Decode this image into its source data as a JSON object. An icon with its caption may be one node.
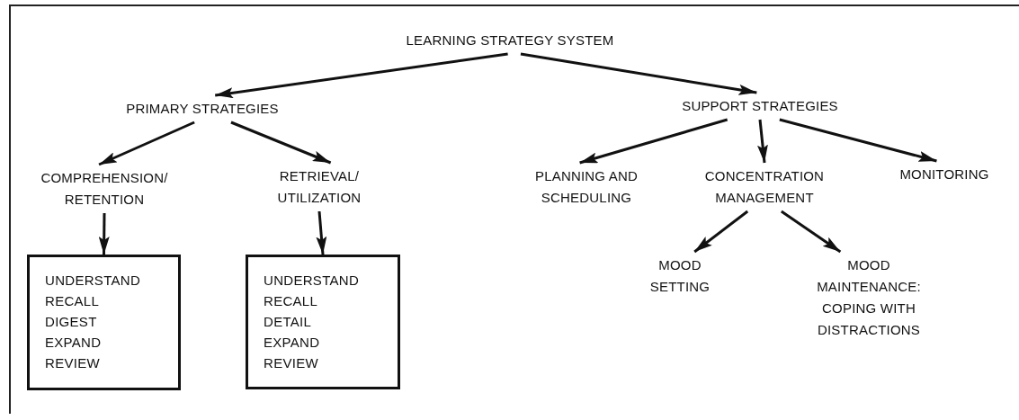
{
  "diagram": {
    "nodes": [
      {
        "text": [
          "LEARNING STRATEGY SYSTEM"
        ]
      },
      {
        "text": [
          "PRIMARY STRATEGIES"
        ]
      },
      {
        "text": [
          "SUPPORT STRATEGIES"
        ]
      },
      {
        "text": [
          "COMPREHENSION/ RETENTION"
        ]
      },
      {
        "text": [
          "RETRIEVAL/ UTILIZATION"
        ]
      },
      {
        "text": [
          "UNDERSTAND RECALL DIGEST EXPAND REVIEW"
        ]
      },
      {
        "text": [
          "UNDERSTAND RECALL DETAIL EXPAND REVIEW"
        ]
      },
      {
        "text": [
          "PLANNING AND SCHEDULING"
        ]
      },
      {
        "text": [
          "CONCENTRATION MANAGEMENT"
        ]
      },
      {
        "text": [
          "MONITORING"
        ]
      },
      {
        "text": [
          "MOOD SETTING"
        ]
      },
      {
        "text": [
          "MOOD MAINTENANCE: COPING WITH DISTRACTIONS"
        ]
      }
    ],
    "edges": [
      {
        "from": 0,
        "to": 1,
        "arrow": "to"
      },
      {
        "from": 0,
        "to": 2,
        "arrow": "to"
      },
      {
        "from": 1,
        "to": 3,
        "arrow": "to"
      },
      {
        "from": 1,
        "to": 4,
        "arrow": "to"
      },
      {
        "from": 3,
        "to": 5,
        "arrow": "to"
      },
      {
        "from": 4,
        "to": 6,
        "arrow": "to"
      },
      {
        "from": 2,
        "to": 7,
        "arrow": "to"
      },
      {
        "from": 2,
        "to": 8,
        "arrow": "to"
      },
      {
        "from": 2,
        "to": 9,
        "arrow": "to"
      },
      {
        "from": 8,
        "to": 10,
        "arrow": "to"
      },
      {
        "from": 8,
        "to": 11,
        "arrow": "to"
      }
    ]
  }
}
